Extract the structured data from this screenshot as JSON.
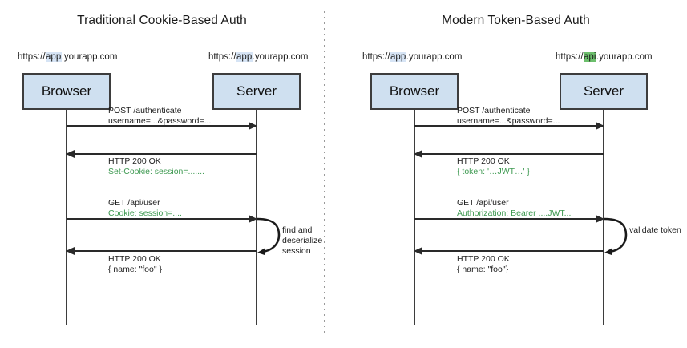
{
  "diagram": {
    "title_left": "Traditional Cookie-Based Auth",
    "title_right": "Modern Token-Based Auth",
    "accent_box_fill": "#cfe0f0",
    "accent_border": "#3d3d3d",
    "highlight_blue": "#d6e4f5",
    "highlight_green": "#6cbf6c",
    "green_text": "#3f9a52"
  },
  "left": {
    "title": "Traditional Cookie-Based Auth",
    "actors": [
      {
        "name": "Browser",
        "url_prefix": "https://",
        "url_highlight": "app",
        "url_highlight_color": "blue",
        "url_suffix": ".yourapp.com"
      },
      {
        "name": "Server",
        "url_prefix": "https://",
        "url_highlight": "app",
        "url_highlight_color": "blue",
        "url_suffix": ".yourapp.com"
      }
    ],
    "messages": [
      {
        "direction": "right",
        "line1": "POST /authenticate",
        "line2": "username=...&password=...",
        "line2_color": "plain"
      },
      {
        "direction": "left",
        "line1": "HTTP 200 OK",
        "line2": "Set-Cookie: session=.......",
        "line2_color": "green"
      },
      {
        "direction": "right",
        "line1": "GET /api/user",
        "line2": "Cookie: session=....",
        "line2_color": "green"
      },
      {
        "direction": "left",
        "line1": "HTTP 200 OK",
        "line2": "{ name: \"foo\" }",
        "line2_color": "plain"
      }
    ],
    "self_loop": {
      "line1": "find and",
      "line2": "deserialize",
      "line3": "session"
    }
  },
  "right": {
    "title": "Modern Token-Based Auth",
    "actors": [
      {
        "name": "Browser",
        "url_prefix": "https://",
        "url_highlight": "app",
        "url_highlight_color": "blue",
        "url_suffix": ".yourapp.com"
      },
      {
        "name": "Server",
        "url_prefix": "https://",
        "url_highlight": "api",
        "url_highlight_color": "green",
        "url_suffix": ".yourapp.com"
      }
    ],
    "messages": [
      {
        "direction": "right",
        "line1": "POST /authenticate",
        "line2": "username=...&password=...",
        "line2_color": "plain"
      },
      {
        "direction": "left",
        "line1": "HTTP 200 OK",
        "line2": "{ token: '…JWT…' }",
        "line2_color": "green"
      },
      {
        "direction": "right",
        "line1": "GET /api/user",
        "line2": "Authorization: Bearer ....JWT...",
        "line2_color": "green"
      },
      {
        "direction": "left",
        "line1": "HTTP 200 OK",
        "line2": "{ name: \"foo\"}",
        "line2_color": "plain"
      }
    ],
    "self_loop": {
      "line1": "validate token",
      "line2": "",
      "line3": ""
    }
  }
}
